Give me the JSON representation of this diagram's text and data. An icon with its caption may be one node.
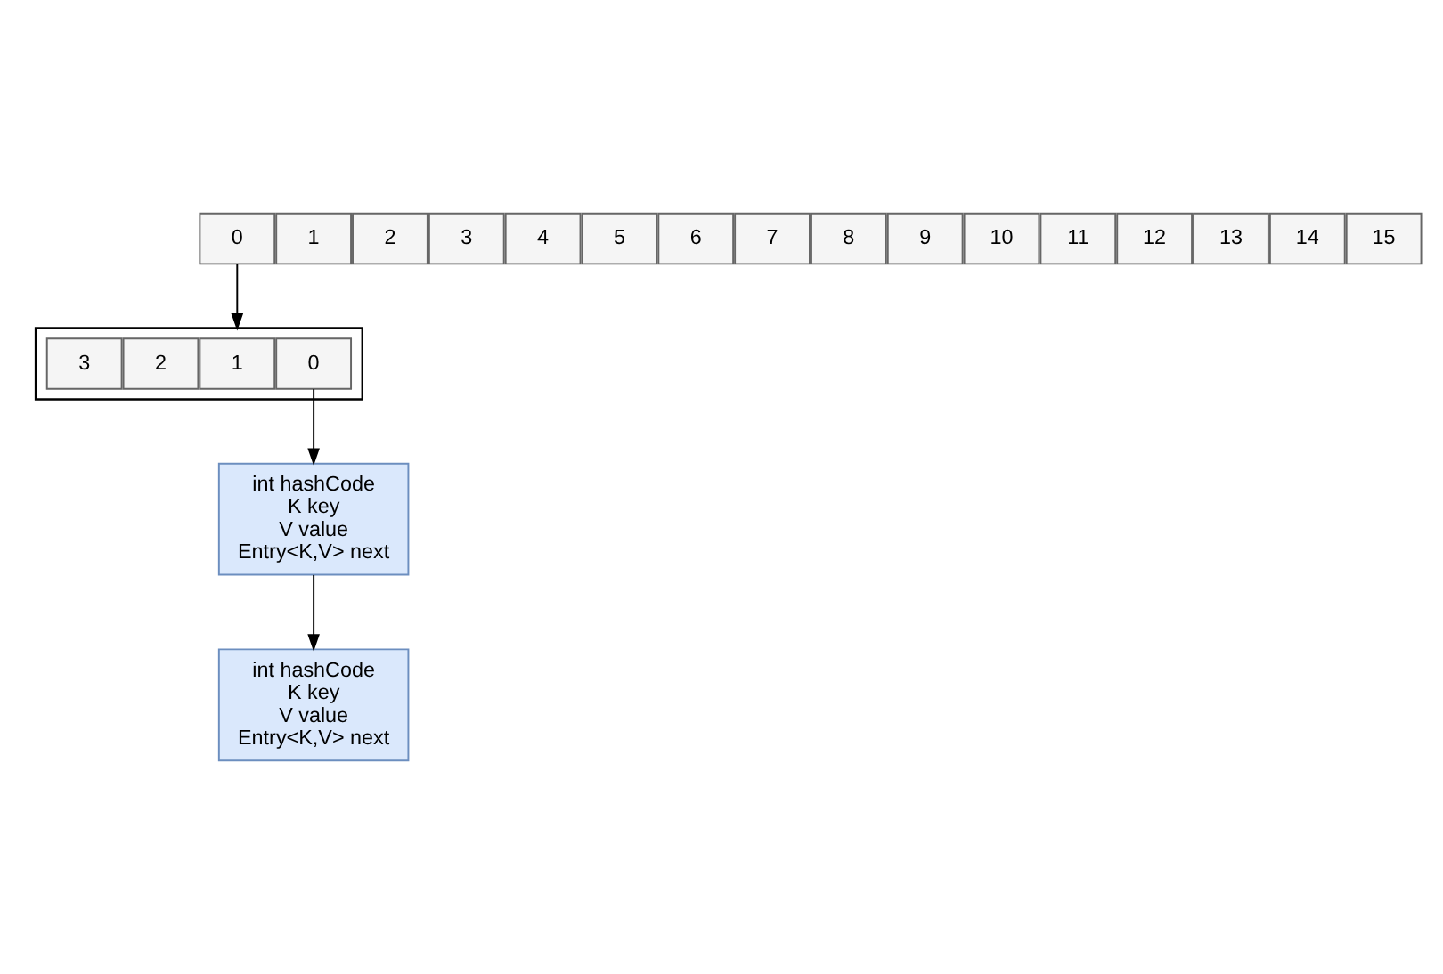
{
  "diagram": {
    "nodes": [
      {
        "text": [
          "0"
        ]
      },
      {
        "text": [
          "1"
        ]
      },
      {
        "text": [
          "2"
        ]
      },
      {
        "text": [
          "3"
        ]
      },
      {
        "text": [
          "4"
        ]
      },
      {
        "text": [
          "5"
        ]
      },
      {
        "text": [
          "6"
        ]
      },
      {
        "text": [
          "7"
        ]
      },
      {
        "text": [
          "8"
        ]
      },
      {
        "text": [
          "9"
        ]
      },
      {
        "text": [
          "10"
        ]
      },
      {
        "text": [
          "11"
        ]
      },
      {
        "text": [
          "12"
        ]
      },
      {
        "text": [
          "13"
        ]
      },
      {
        "text": [
          "14"
        ]
      },
      {
        "text": [
          "15"
        ]
      },
      {
        "text": [],
        "shape": "bracket"
      },
      {
        "text": [
          "0"
        ],
        "in": 16
      },
      {
        "text": [
          "1"
        ],
        "in": 16
      },
      {
        "text": [
          "2"
        ],
        "in": 16
      },
      {
        "text": [
          "3"
        ],
        "in": 16
      },
      {
        "text": [
          "int hashCode",
          "K key",
          "V value",
          "Entry<K,V> next"
        ]
      },
      {
        "text": [
          "int hashCode",
          "K key",
          "V value",
          "Entry<K,V> next"
        ]
      }
    ],
    "edges": [
      {
        "from": 0,
        "to": 16,
        "arrow": "to"
      },
      {
        "from": 17,
        "to": 21,
        "arrow": "to"
      },
      {
        "from": 21,
        "to": 22,
        "arrow": "to"
      }
    ]
  }
}
